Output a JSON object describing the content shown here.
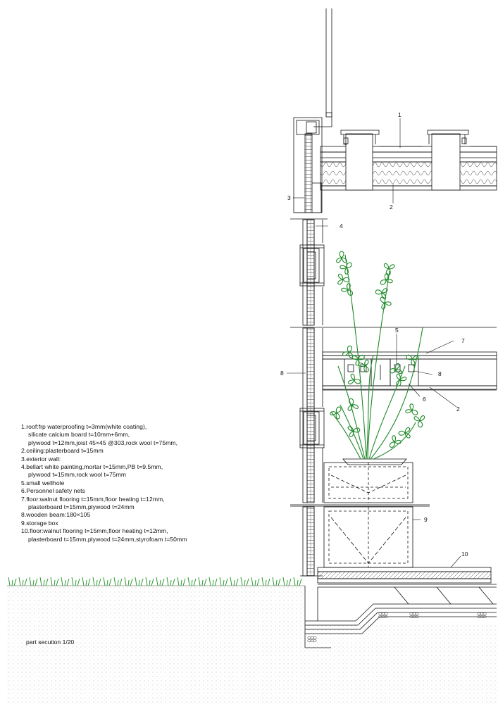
{
  "legend": {
    "items": [
      {
        "lines": [
          "1.roof:frp waterproofing t=3mm(white coating),",
          "silicate calcium board t=10mm+6mm,",
          "plywood t=12mm,joist 45×45 @303,rock wool t=75mm,"
        ]
      },
      {
        "lines": [
          "2.ceiling:plasterboard t=15mm"
        ]
      },
      {
        "lines": [
          "3.exterior wall:"
        ]
      },
      {
        "lines": [
          "4.bellart white painting,mortar t=15mm,PB t=9.5mm,",
          "plywood t=15mm,rock wool t=75mm"
        ]
      },
      {
        "lines": [
          "5.small wellhole"
        ]
      },
      {
        "lines": [
          "6.Personnel safety nets"
        ]
      },
      {
        "lines": [
          "7.floor:walnut flooring t=15mm,floor heating t=12mm,",
          "plasterboard t=15mm,plywood t=24mm"
        ]
      },
      {
        "lines": [
          "8.wooden beam:180×105"
        ]
      },
      {
        "lines": [
          "9.storage box"
        ]
      },
      {
        "lines": [
          "10.floor:walnut flooring t=15mm,floor heating t=12mm,",
          "plasterboard t=15mm,plywood t=24mm,styrofoam t=50mm"
        ]
      }
    ]
  },
  "caption": "part secution 1/20",
  "callouts": {
    "c1": "1",
    "c2_top": "2",
    "c3": "3",
    "c4": "4",
    "c5": "5",
    "c6": "6",
    "c7": "7",
    "c8_left": "8",
    "c8_right": "8",
    "c2_mid": "2",
    "c9": "9",
    "c10": "10"
  },
  "colors": {
    "line": "#111111",
    "plant": "#1f8a2a",
    "grass": "#2a9a30",
    "ground_dots": "#8a8a8a"
  }
}
